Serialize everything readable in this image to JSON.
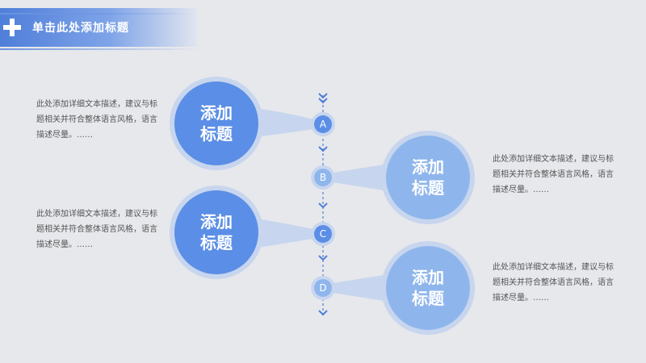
{
  "header": {
    "title": "单击此处添加标题"
  },
  "colors": {
    "accent": "#5b8ee6",
    "light": "#8fb6ec",
    "halo": "#c7d6ee",
    "line": "#6f94d6"
  },
  "items": [
    {
      "letter": "A",
      "title_line1": "添加",
      "title_line2": "标题",
      "description": "此处添加详细文本描述，建议与标题相关并符合整体语言风格，语言描述尽量。……",
      "side": "left"
    },
    {
      "letter": "B",
      "title_line1": "添加",
      "title_line2": "标题",
      "description": "此处添加详细文本描述，建议与标题相关并符合整体语言风格，语言描述尽量。……",
      "side": "right"
    },
    {
      "letter": "C",
      "title_line1": "添加",
      "title_line2": "标题",
      "description": "此处添加详细文本描述，建议与标题相关并符合整体语言风格，语言描述尽量。……",
      "side": "left"
    },
    {
      "letter": "D",
      "title_line1": "添加",
      "title_line2": "标题",
      "description": "此处添加详细文本描述，建议与标题相关并符合整体语言风格，语言描述尽量。……",
      "side": "right"
    }
  ]
}
